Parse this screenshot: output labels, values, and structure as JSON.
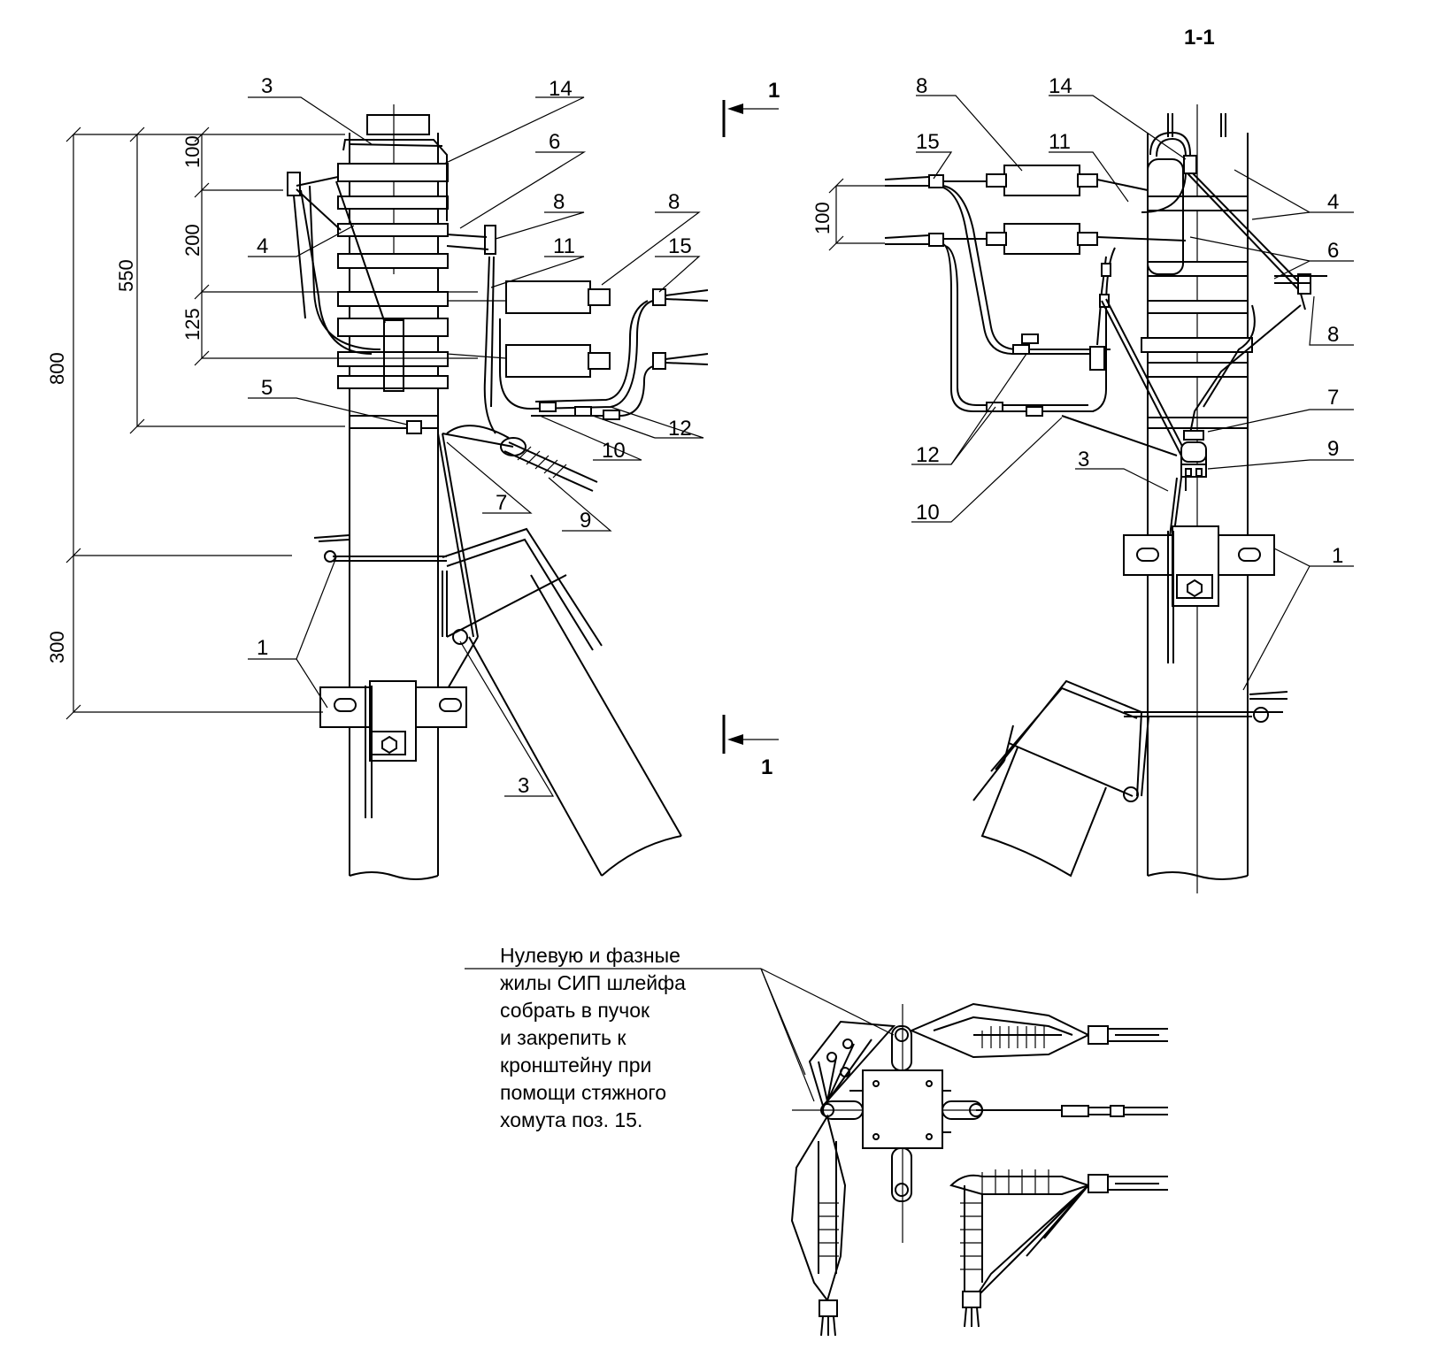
{
  "section_title": "1-1",
  "section_marks": [
    "1",
    "1"
  ],
  "left_view": {
    "labels": [
      "3",
      "14",
      "6",
      "8",
      "11",
      "8",
      "15",
      "4",
      "5",
      "12",
      "10",
      "7",
      "9",
      "1",
      "3"
    ],
    "dimensions": [
      "100",
      "200",
      "125",
      "550",
      "800",
      "300"
    ]
  },
  "right_view": {
    "labels": [
      "8",
      "14",
      "15",
      "11",
      "4",
      "6",
      "8",
      "7",
      "9",
      "12",
      "3",
      "10",
      "1"
    ],
    "dimensions": [
      "100"
    ]
  },
  "note": {
    "lines": [
      "Нулевую и фазные",
      "жилы СИП шлейфа",
      "собрать в пучок",
      "и закрепить к",
      "кронштейну при",
      "помощи стяжного",
      "хомута поз. 15."
    ]
  }
}
